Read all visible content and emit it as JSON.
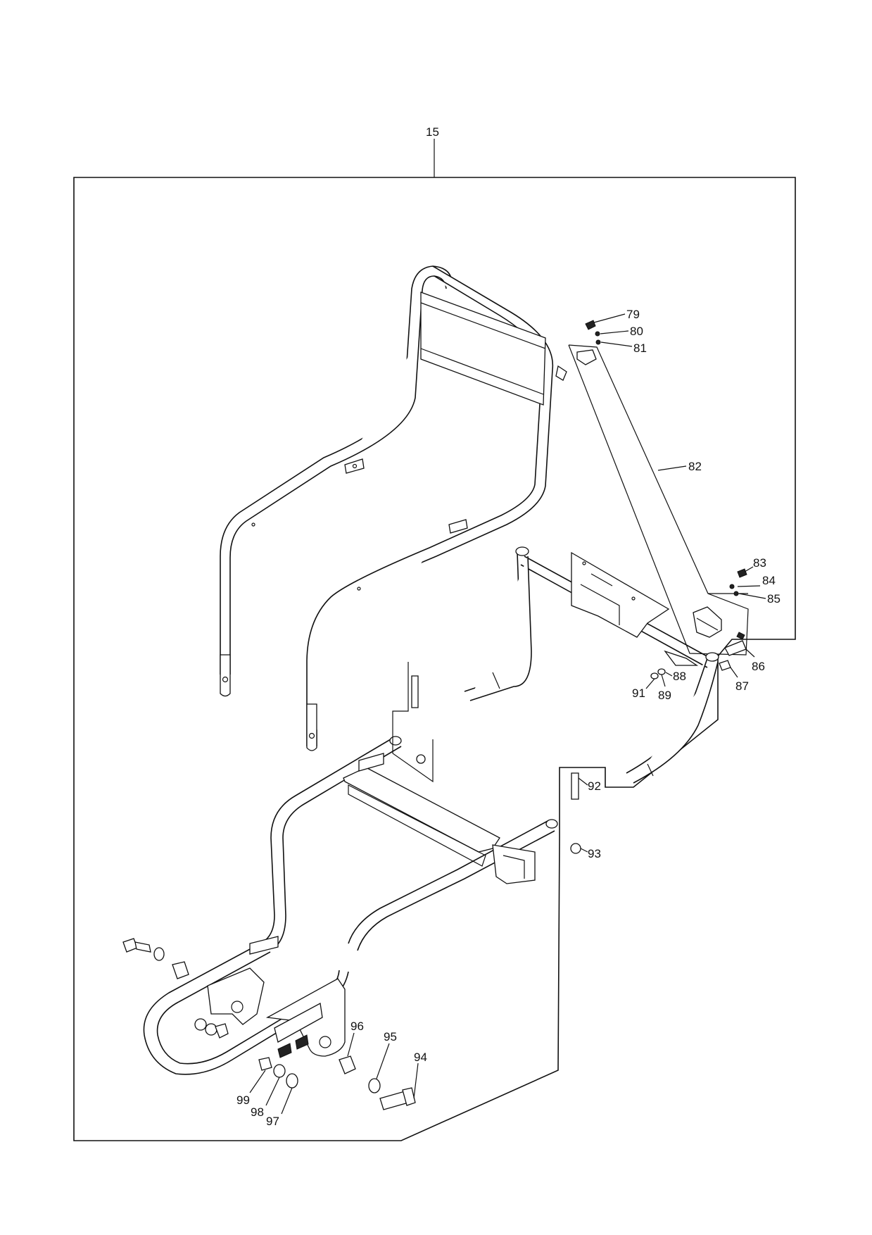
{
  "callouts": {
    "c15": "15",
    "c79": "79",
    "c80": "80",
    "c81": "81",
    "c82": "82",
    "c83": "83",
    "c84": "84",
    "c85": "85",
    "c86": "86",
    "c87": "87",
    "c88": "88",
    "c89": "89",
    "c91": "91",
    "c92": "92",
    "c93": "93",
    "c94": "94",
    "c95": "95",
    "c96": "96",
    "c97": "97",
    "c98": "98",
    "c99": "99"
  },
  "colors": {
    "line": "#111111",
    "background": "#ffffff"
  }
}
